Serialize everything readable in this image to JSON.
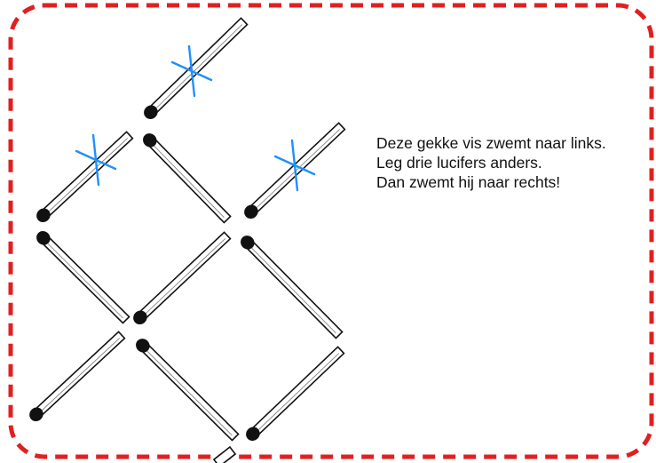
{
  "puzzle": {
    "lines": [
      "Deze gekke vis zwemt naar links.",
      "Leg drie lucifers anders.",
      "Dan zwemt hij naar rechts!"
    ]
  },
  "colors": {
    "border": "#e02020",
    "match_outline": "#111111",
    "match_head": "#111111",
    "cross_mark": "#1e90ff",
    "background": "#ffffff"
  },
  "icons": {
    "match": "matchstick-icon",
    "marker": "cross-mark-icon"
  }
}
